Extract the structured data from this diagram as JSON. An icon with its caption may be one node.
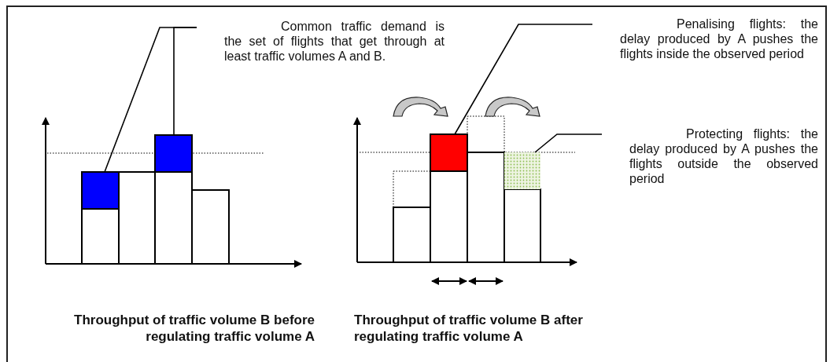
{
  "diagram": {
    "nodes": [
      {
        "text": [
          "Common traffic demand is the set of flights that get through at least traffic volumes A and B."
        ]
      },
      {
        "text": [],
        "shape": "box"
      },
      {
        "text": [],
        "shape": "box"
      },
      {
        "text": [
          "Penalising flights: the delay produced by A pushes the flights inside the observed period"
        ]
      },
      {
        "text": [],
        "shape": "box"
      },
      {
        "text": [
          "Protecting flights: the delay produced by A pushes the flights outside the observed period"
        ]
      },
      {
        "text": [],
        "shape": "box"
      }
    ],
    "edges": [
      {
        "from": 0,
        "to": 1,
        "arrow": "none"
      },
      {
        "from": 0,
        "to": 2,
        "arrow": "none"
      },
      {
        "from": 3,
        "to": 4,
        "arrow": "none"
      },
      {
        "from": 5,
        "to": 6,
        "arrow": "none"
      }
    ],
    "labels": [
      "Throughput of traffic volume B before regulating traffic volume A",
      "Throughput of traffic volume B after regulating traffic volume A"
    ]
  }
}
